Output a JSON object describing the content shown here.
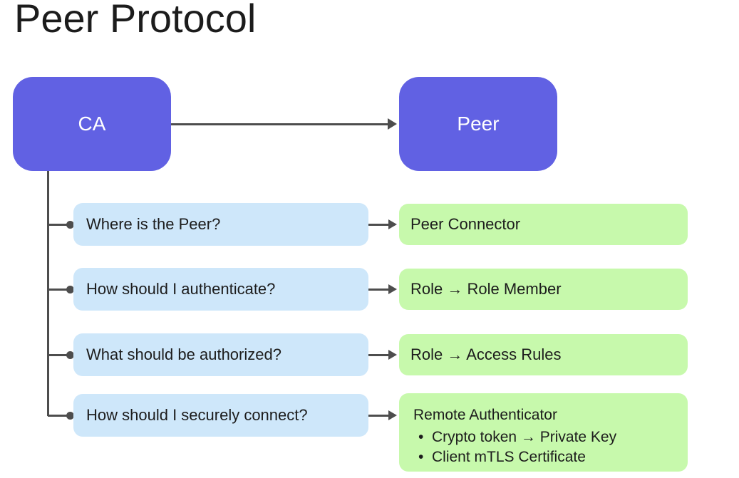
{
  "page": {
    "title": "Peer Protocol"
  },
  "colors": {
    "background": "#ffffff",
    "node-fill": "#6161e3",
    "node-text": "#ffffff",
    "question-fill": "#cee7fa",
    "answer-fill": "#c7f9ac",
    "connector": "#4d4d4d",
    "text": "#1c1c1c"
  },
  "nodes": {
    "ca": {
      "label": "CA"
    },
    "peer": {
      "label": "Peer"
    }
  },
  "rows": [
    {
      "question": "Where is the Peer?",
      "answer": "Peer Connector"
    },
    {
      "question": "How should I authenticate?",
      "answer": "Role → Role Member"
    },
    {
      "question": "What should be authorized?",
      "answer": "Role → Access Rules"
    },
    {
      "question": "How should I securely connect?",
      "answer": "Remote Authenticator",
      "answer_bullets": [
        "Crypto token → Private Key",
        "Client mTLS Certificate"
      ]
    }
  ]
}
